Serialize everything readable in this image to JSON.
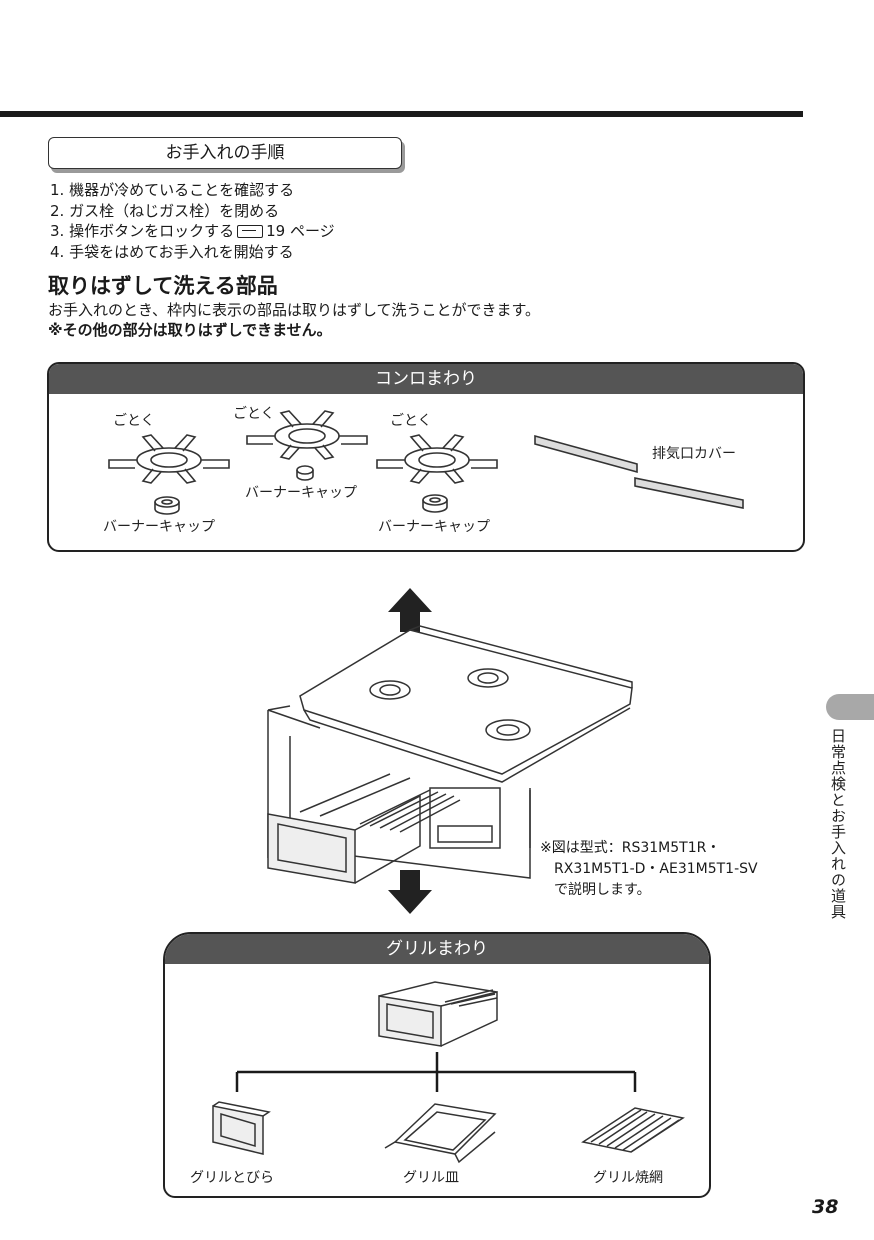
{
  "procedure": {
    "title": "お手入れの手順",
    "steps": [
      "1. 機器が冷めていることを確認する",
      "2. ガス栓（ねじガス栓）を閉める",
      "3. 操作ボタンをロックする",
      "4. 手袋をはめてお手入れを開始する"
    ],
    "step3_ref_page": "19 ページ"
  },
  "removable": {
    "title": "取りはずして洗える部品",
    "description": "お手入れのとき、枠内に表示の部品は取りはずして洗うことができます。",
    "note": "※その他の部分は取りはずしできません。"
  },
  "konro": {
    "header": "コンロまわり",
    "gotoku": "ごとく",
    "burner_cap": "バーナーキャップ",
    "exhaust_cover": "排気口カバー"
  },
  "model_note": {
    "line1": "※図は型式：RS31M5T1R・",
    "line2": "RX31M5T1-D・AE31M5T1-SV",
    "line3": "で説明します。"
  },
  "grill": {
    "header": "グリルまわり",
    "door": "グリルとびら",
    "pan": "グリル皿",
    "grate": "グリル焼網"
  },
  "side_tab": "日常点検とお手入れの道具",
  "page_number": "38"
}
